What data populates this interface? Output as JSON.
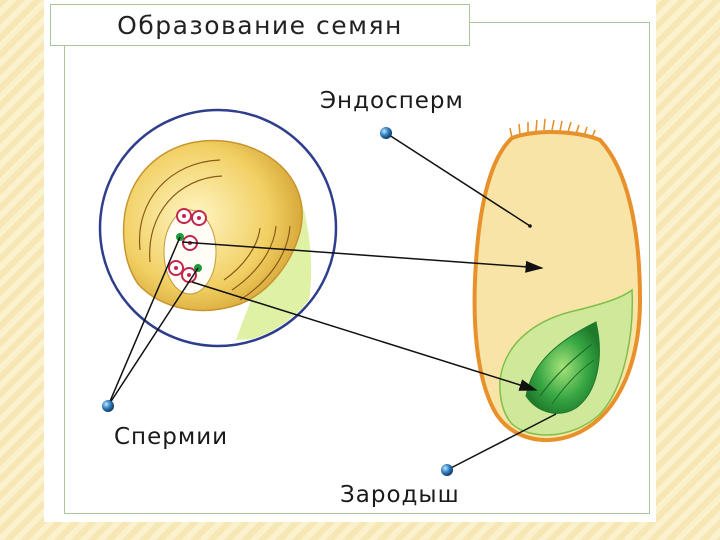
{
  "title": "Образование семян",
  "labels": {
    "endosperm": "Эндосперм",
    "spermii": "Спермии",
    "zarodysh": "Зародыш"
  },
  "colors": {
    "seed_fill": "#f8e4a6",
    "seed_outline": "#e8902a",
    "embryo_green": "#3fae4a",
    "marker_blue": "#2f7fc0",
    "frame_green": "#a9c99a"
  }
}
